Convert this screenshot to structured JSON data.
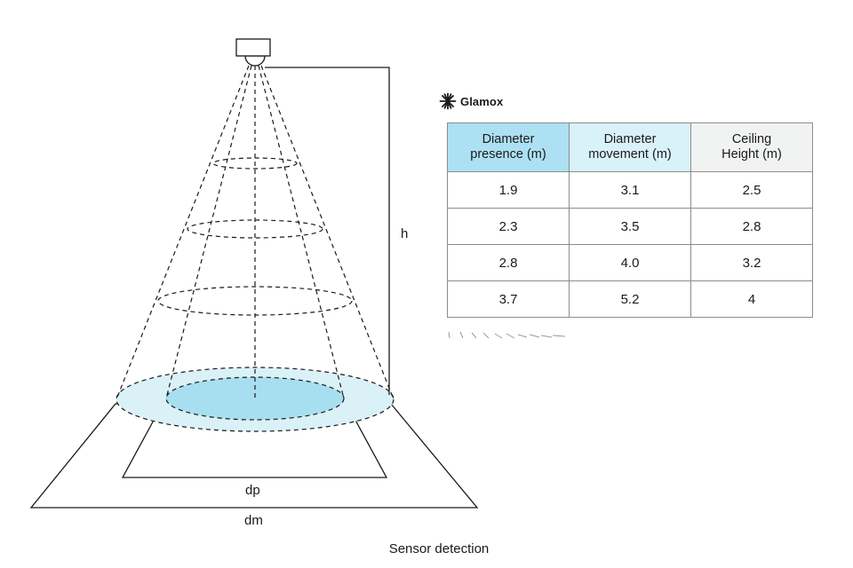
{
  "brand": {
    "name": "Glamox",
    "icon": "glamox-star-icon"
  },
  "table": {
    "headers": [
      "Diameter\npresence (m)",
      "Diameter\nmovement (m)",
      "Ceiling\nHeight (m)"
    ],
    "rows": [
      [
        "1.9",
        "3.1",
        "2.5"
      ],
      [
        "2.3",
        "3.5",
        "2.8"
      ],
      [
        "2.8",
        "4.0",
        "3.2"
      ],
      [
        "3.7",
        "5.2",
        "4"
      ]
    ]
  },
  "labels": {
    "height": "h",
    "presence_diameter": "dp",
    "movement_diameter": "dm"
  },
  "caption": "Sensor detection",
  "colors": {
    "presence_fill": "#a8dff0",
    "movement_fill": "#daf1f8",
    "presence_header": "#ade0f2",
    "movement_header": "#d9f1f9",
    "height_header": "#f1f3f2"
  }
}
